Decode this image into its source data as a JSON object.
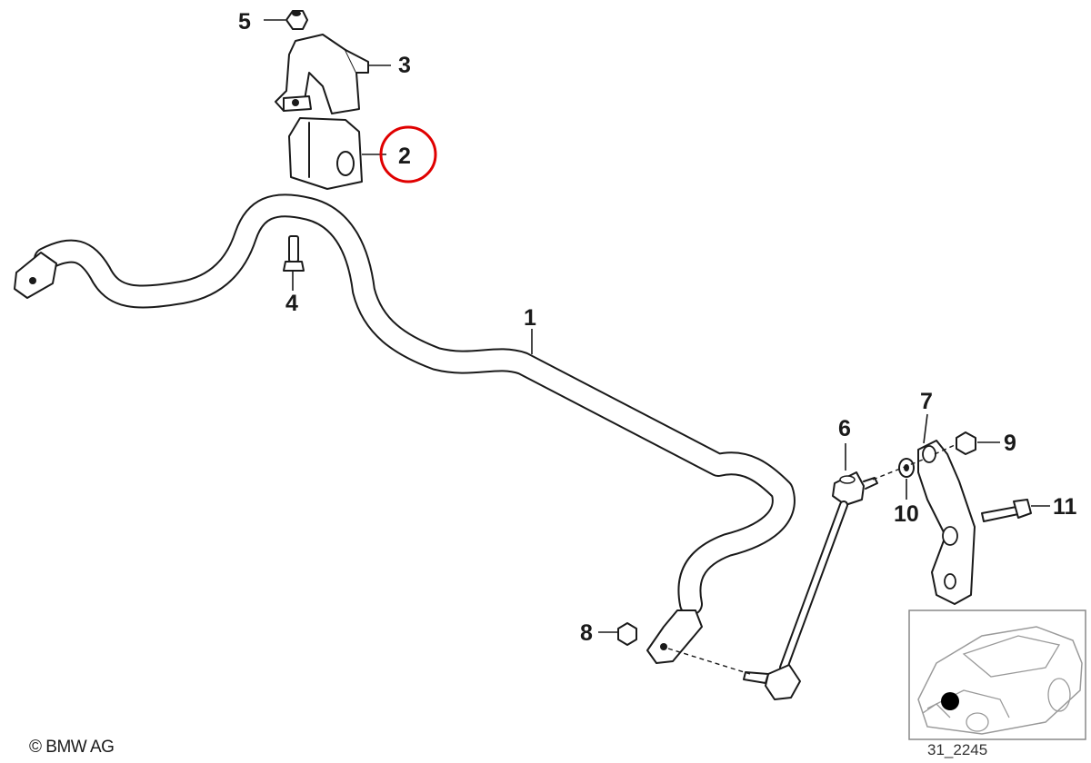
{
  "labels": {
    "p1": "1",
    "p2": "2",
    "p3": "3",
    "p4": "4",
    "p5": "5",
    "p6": "6",
    "p7": "7",
    "p8": "8",
    "p9": "9",
    "p10": "10",
    "p11": "11"
  },
  "copyright": "© BMW AG",
  "diagram_code": "31_2245",
  "highlight_color": "#e00000"
}
